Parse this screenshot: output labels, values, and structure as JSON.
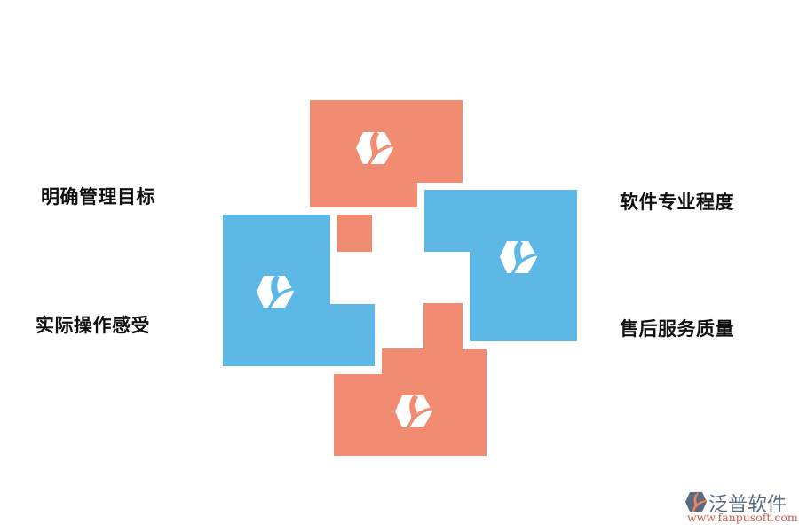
{
  "colors": {
    "orange": "#F18B71",
    "blue": "#5EB8E5",
    "text": "#111111",
    "background": "#FFFFFF"
  },
  "labels": {
    "top_left": "明确管理目标",
    "bottom_left": "实际操作感受",
    "top_right": "软件专业程度",
    "bottom_right": "售后服务质量"
  },
  "blocks": [
    {
      "id": "top",
      "color": "orange",
      "icon": "hexagon-leaf-icon"
    },
    {
      "id": "left",
      "color": "blue",
      "icon": "hexagon-leaf-icon"
    },
    {
      "id": "right",
      "color": "blue",
      "icon": "hexagon-leaf-icon"
    },
    {
      "id": "bottom",
      "color": "orange",
      "icon": "hexagon-leaf-icon"
    }
  ],
  "logo": {
    "name": "泛普软件",
    "url": "www.fanpusoft.com"
  }
}
